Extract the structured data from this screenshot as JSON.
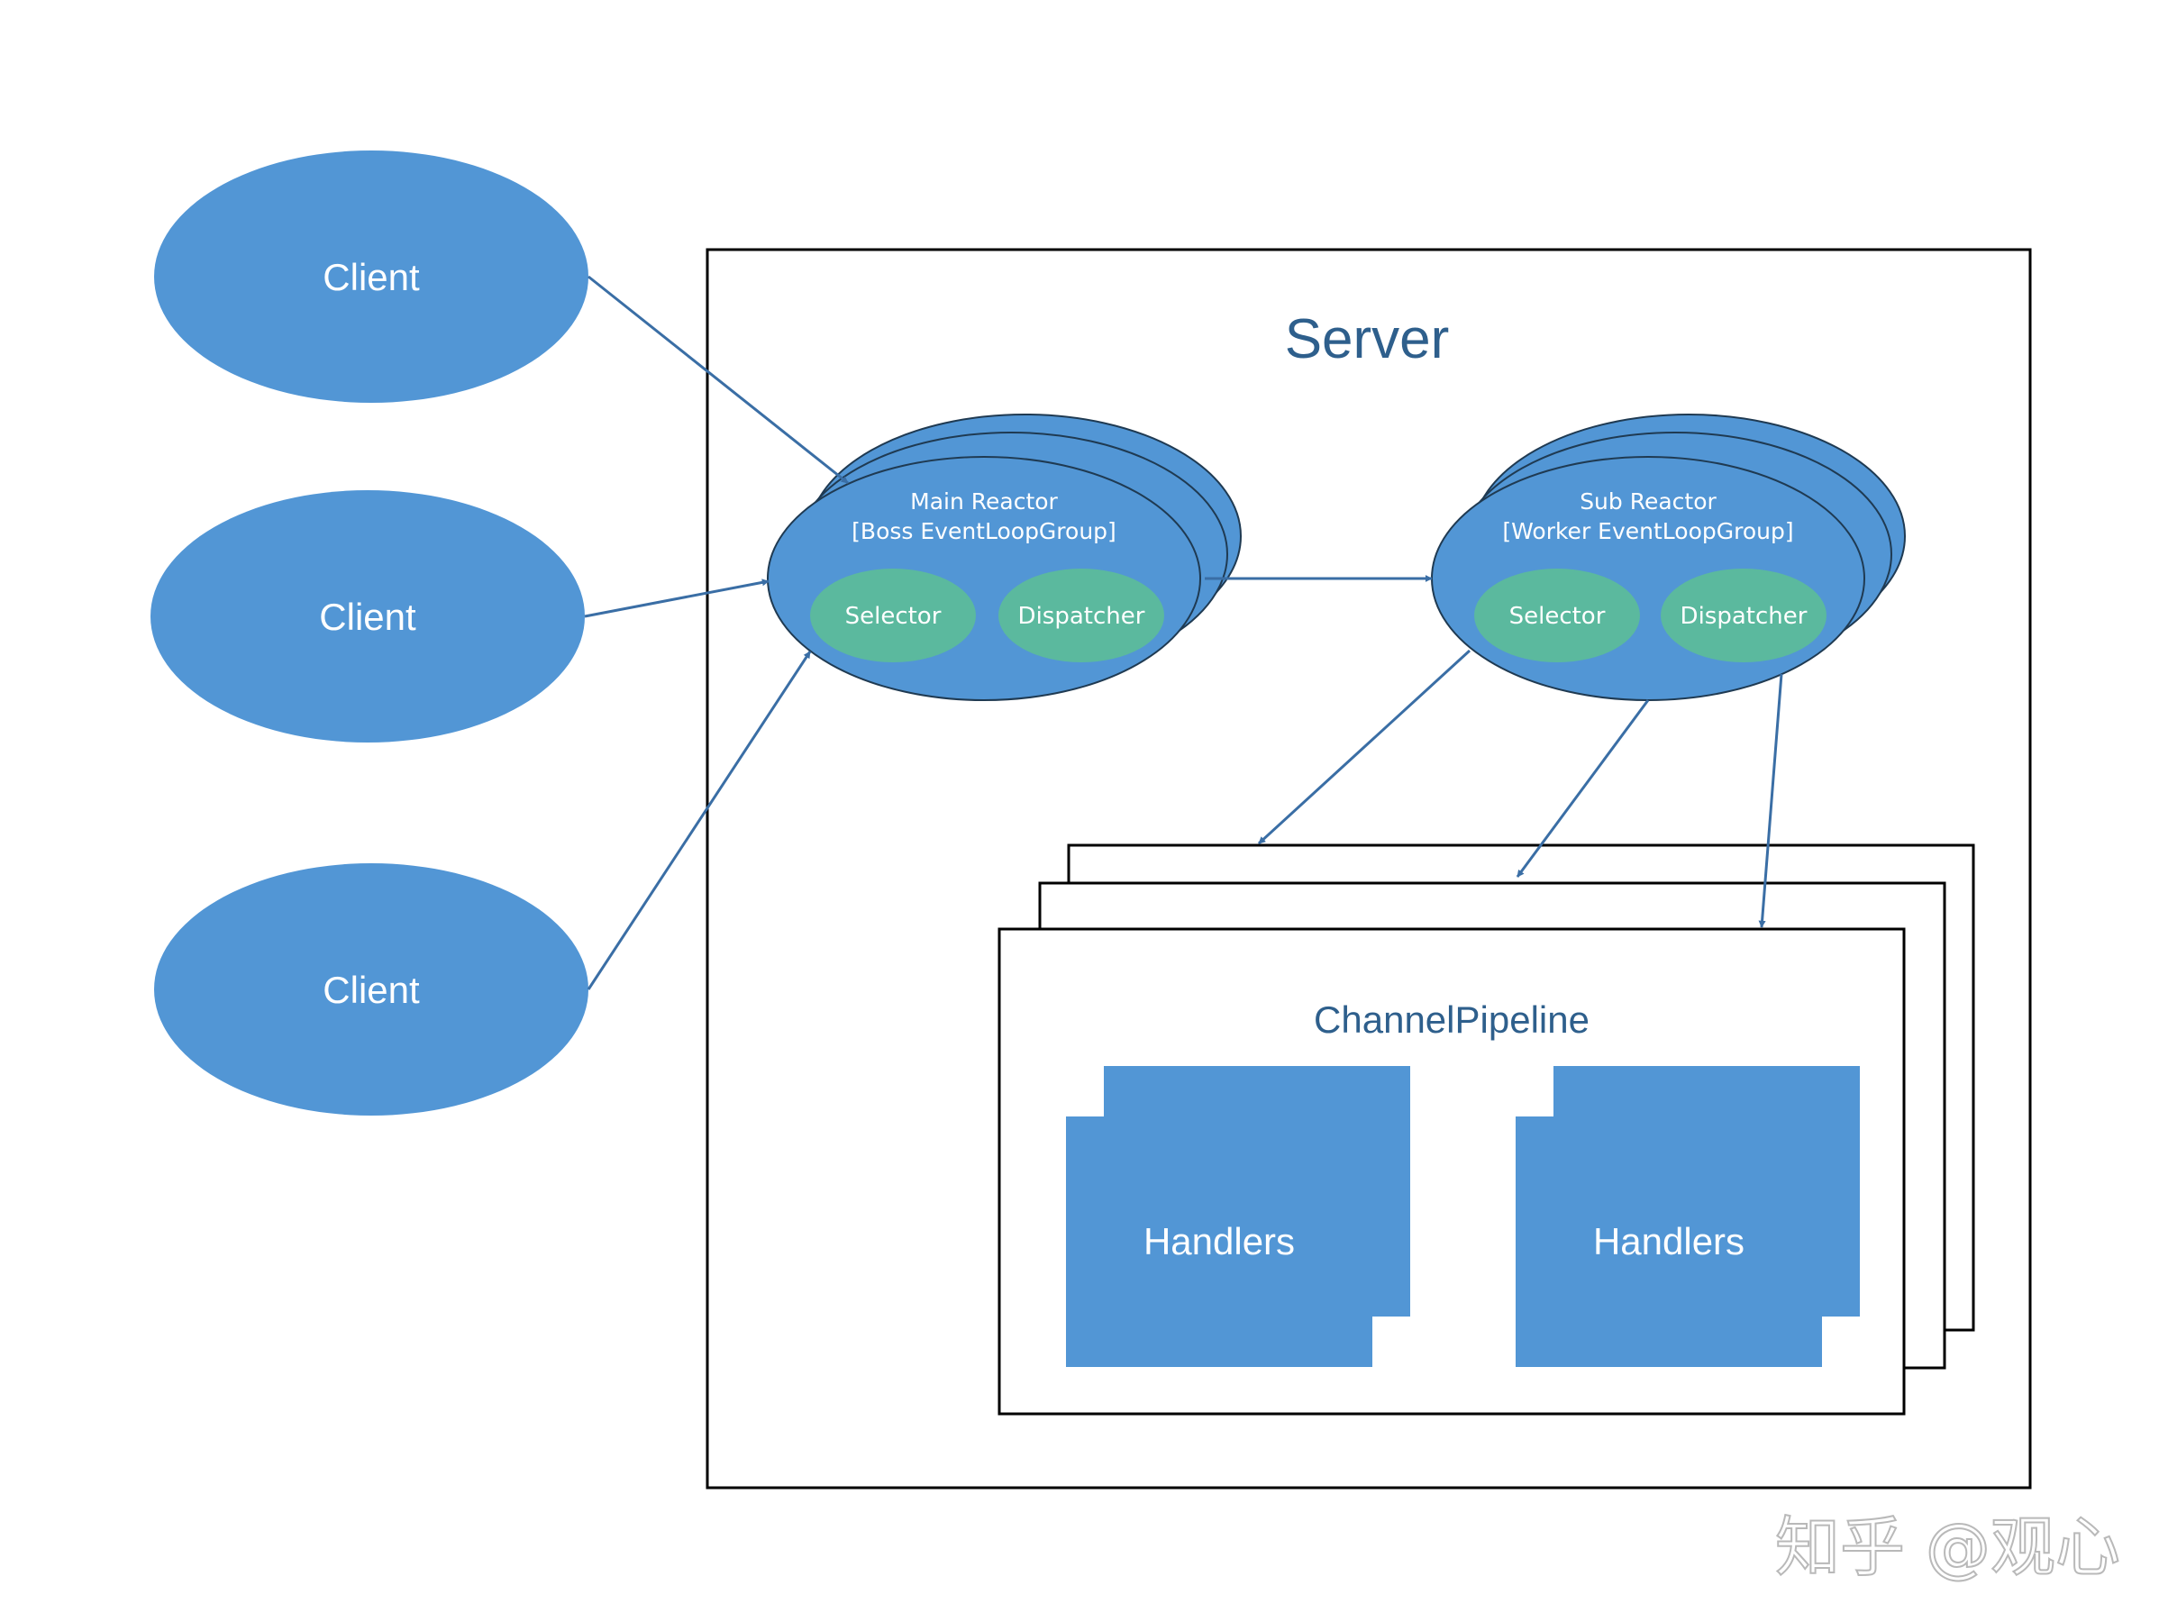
{
  "clients": [
    {
      "label": "Client"
    },
    {
      "label": "Client"
    },
    {
      "label": "Client"
    }
  ],
  "server": {
    "title": "Server"
  },
  "main_reactor": {
    "line1": "Main Reactor",
    "line2": "[Boss EventLoopGroup]",
    "selector": "Selector",
    "dispatcher": "Dispatcher"
  },
  "sub_reactor": {
    "line1": "Sub Reactor",
    "line2": "[Worker EventLoopGroup]",
    "selector": "Selector",
    "dispatcher": "Dispatcher"
  },
  "pipeline": {
    "title": "ChannelPipeline",
    "handlers": [
      {
        "label": "Handlers"
      },
      {
        "label": "Handlers"
      }
    ]
  },
  "watermark": "知乎 @观心",
  "colors": {
    "node_blue": "#5296d5",
    "pill_green": "#5bb99e",
    "arrow": "#3a6ea5",
    "title_text": "#2e5f8c"
  }
}
